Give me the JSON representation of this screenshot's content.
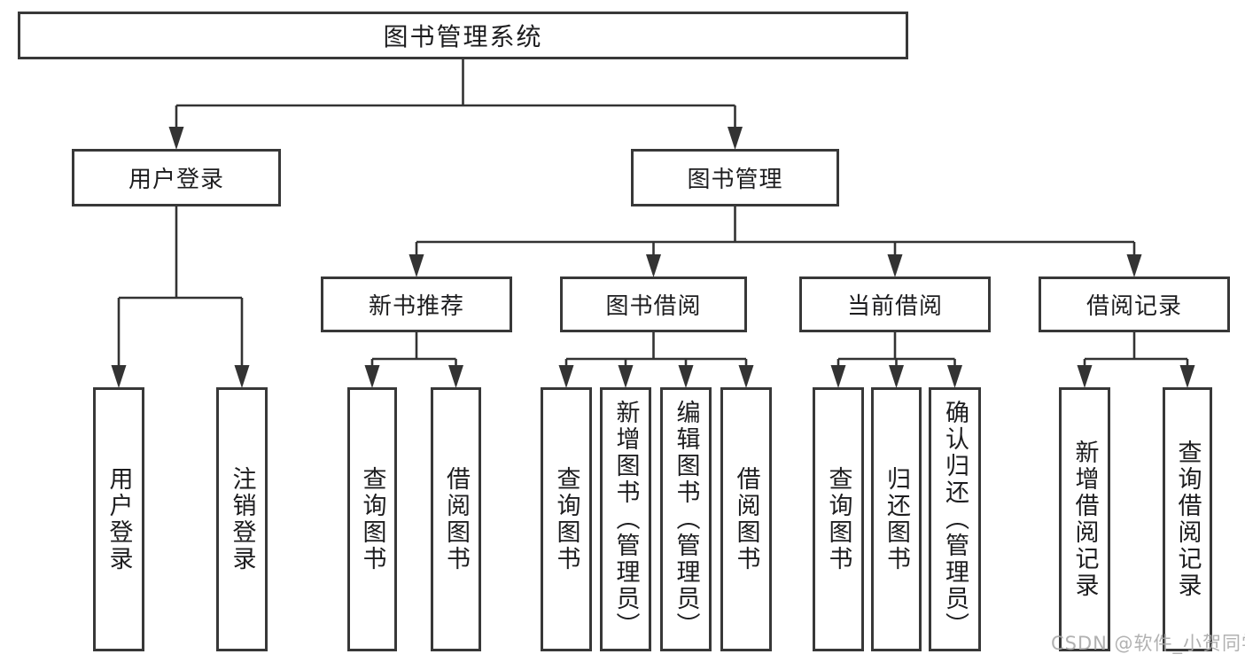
{
  "diagram": {
    "title": "图书管理系统",
    "type": "hierarchy-tree",
    "colors": {
      "background": "#ffffff",
      "line": "#333333",
      "box_border": "#383838",
      "box_fill": "#ffffff",
      "text": "#1d1d1f",
      "watermark": "#a8a8a8"
    },
    "nodes": [
      {
        "id": "root",
        "label": "图书管理系统",
        "parent": null
      },
      {
        "id": "user-login",
        "label": "用户登录",
        "parent": "root"
      },
      {
        "id": "book-mgmt",
        "label": "图书管理",
        "parent": "root"
      },
      {
        "id": "new-book-rec",
        "label": "新书推荐",
        "parent": "book-mgmt"
      },
      {
        "id": "book-borrow",
        "label": "图书借阅",
        "parent": "book-mgmt"
      },
      {
        "id": "current-borrow",
        "label": "当前借阅",
        "parent": "book-mgmt"
      },
      {
        "id": "borrow-records",
        "label": "借阅记录",
        "parent": "book-mgmt"
      },
      {
        "id": "ul-login",
        "label": "用户登录",
        "parent": "user-login"
      },
      {
        "id": "ul-logout",
        "label": "注销登录",
        "parent": "user-login"
      },
      {
        "id": "nbr-query",
        "label": "查询图书",
        "parent": "new-book-rec"
      },
      {
        "id": "nbr-borrow",
        "label": "借阅图书",
        "parent": "new-book-rec"
      },
      {
        "id": "bb-query",
        "label": "查询图书",
        "parent": "book-borrow"
      },
      {
        "id": "bb-add",
        "label": "新增图书（管理员）",
        "parent": "book-borrow"
      },
      {
        "id": "bb-edit",
        "label": "编辑图书（管理员）",
        "parent": "book-borrow"
      },
      {
        "id": "bb-borrow",
        "label": "借阅图书",
        "parent": "book-borrow"
      },
      {
        "id": "cb-query",
        "label": "查询图书",
        "parent": "current-borrow"
      },
      {
        "id": "cb-return",
        "label": "归还图书",
        "parent": "current-borrow"
      },
      {
        "id": "cb-confirm",
        "label": "确认归还（管理员）",
        "parent": "current-borrow"
      },
      {
        "id": "br-add",
        "label": "新增借阅记录",
        "parent": "borrow-records"
      },
      {
        "id": "br-query",
        "label": "查询借阅记录",
        "parent": "borrow-records"
      }
    ]
  },
  "watermark": {
    "text": "CSDN @软件_小贺同学"
  }
}
